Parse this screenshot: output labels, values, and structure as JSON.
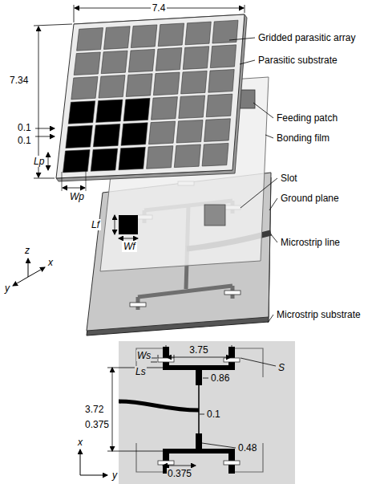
{
  "diagram": {
    "labels": [
      "7.4",
      "7.34",
      "0.1",
      "0.1",
      "Lp",
      "Wp",
      "Lf",
      "Wf",
      "Gridded parasitic array",
      "Parasitic substrate",
      "Feeding patch",
      "Bonding film",
      "Slot",
      "Ground plane",
      "Microstrip line",
      "Microstrip substrate",
      "z",
      "x",
      "y",
      "Ws",
      "3.75",
      "S",
      "Ls",
      "0.86",
      "3.72",
      "0.1",
      "0.375",
      "0.48",
      "0.375",
      "x",
      "y"
    ]
  }
}
